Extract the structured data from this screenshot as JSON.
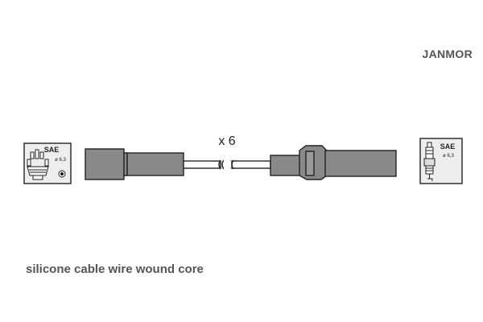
{
  "brand": "JANMOR",
  "multiplier": "x 6",
  "caption": "silicone cable wire wound core",
  "left_box": {
    "standard": "SAE",
    "diameter": "ø 6,3",
    "icon": "distributor-cap-icon"
  },
  "right_box": {
    "standard": "SAE",
    "diameter": "ø 6,3",
    "icon": "spark-plug-icon"
  },
  "colors": {
    "cable": "#8a8a8a",
    "outline": "#222222",
    "text": "#555555",
    "box_bg": "#eeeeee"
  }
}
